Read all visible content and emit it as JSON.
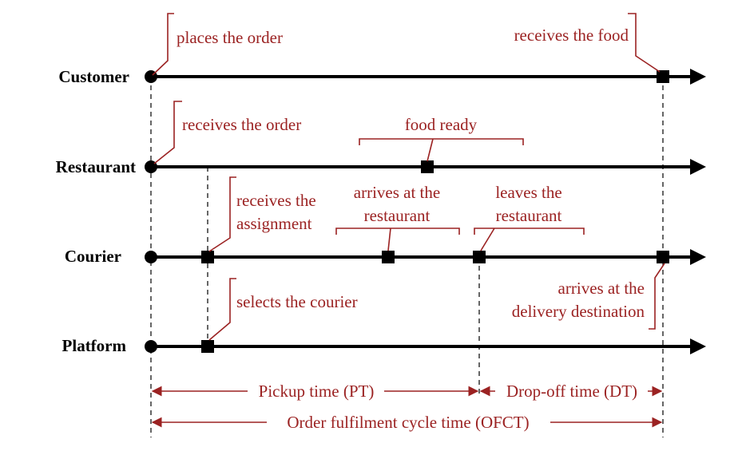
{
  "lanes": [
    {
      "id": "customer",
      "label": "Customer"
    },
    {
      "id": "restaurant",
      "label": "Restaurant"
    },
    {
      "id": "courier",
      "label": "Courier"
    },
    {
      "id": "platform",
      "label": "Platform"
    }
  ],
  "annotations": {
    "places_order": "places the order",
    "receives_food": "receives the food",
    "receives_order": "receives the order",
    "food_ready": "food ready",
    "receives_assignment_1": "receives the",
    "receives_assignment_2": "assignment",
    "arrives_restaurant_1": "arrives at the",
    "arrives_restaurant_2": "restaurant",
    "leaves_restaurant_1": "leaves the",
    "leaves_restaurant_2": "restaurant",
    "selects_courier": "selects the courier",
    "arrives_destination_1": "arrives at the",
    "arrives_destination_2": "delivery destination"
  },
  "spans": {
    "pickup": "Pickup time (PT)",
    "dropoff": "Drop-off time (DT)",
    "ofct": "Order fulfilment cycle time (OFCT)"
  },
  "colors": {
    "annotation": "#9b2222",
    "line": "#000000"
  }
}
